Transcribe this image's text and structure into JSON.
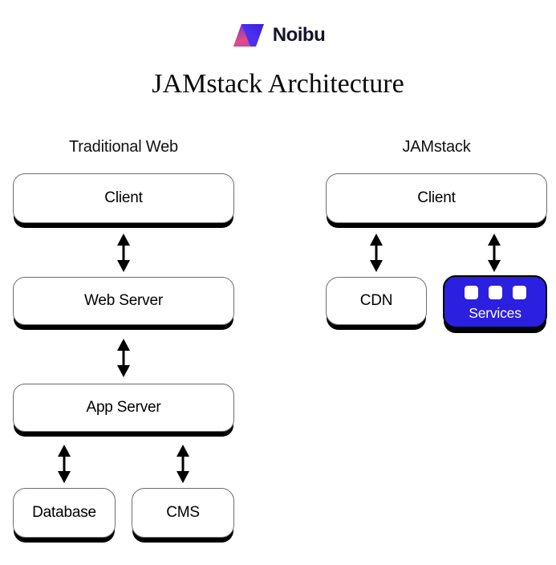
{
  "brand": {
    "name": "Noibu"
  },
  "title": "JAMstack Architecture",
  "icons": {
    "logo": "noibu-logo-icon",
    "arrow": "bidirectional-arrow-icon",
    "services_squares": "service-squares-icon"
  },
  "colors": {
    "background": "#ffffff",
    "services_bg": "#2b1fe0",
    "node_border": "#6e6e6e",
    "node_shadow": "#000000",
    "text": "#111111",
    "services_text": "#ffffff",
    "logo_blue": "#3d24ee",
    "logo_violet": "#6a2ce2",
    "logo_pink": "#e44b82"
  },
  "columns": [
    {
      "label": "Traditional Web",
      "boxes": [
        "Client",
        "Web Server",
        "App Server",
        "Database",
        "CMS"
      ]
    },
    {
      "label": "JAMstack",
      "boxes": [
        "Client",
        "CDN",
        "Services"
      ]
    }
  ]
}
